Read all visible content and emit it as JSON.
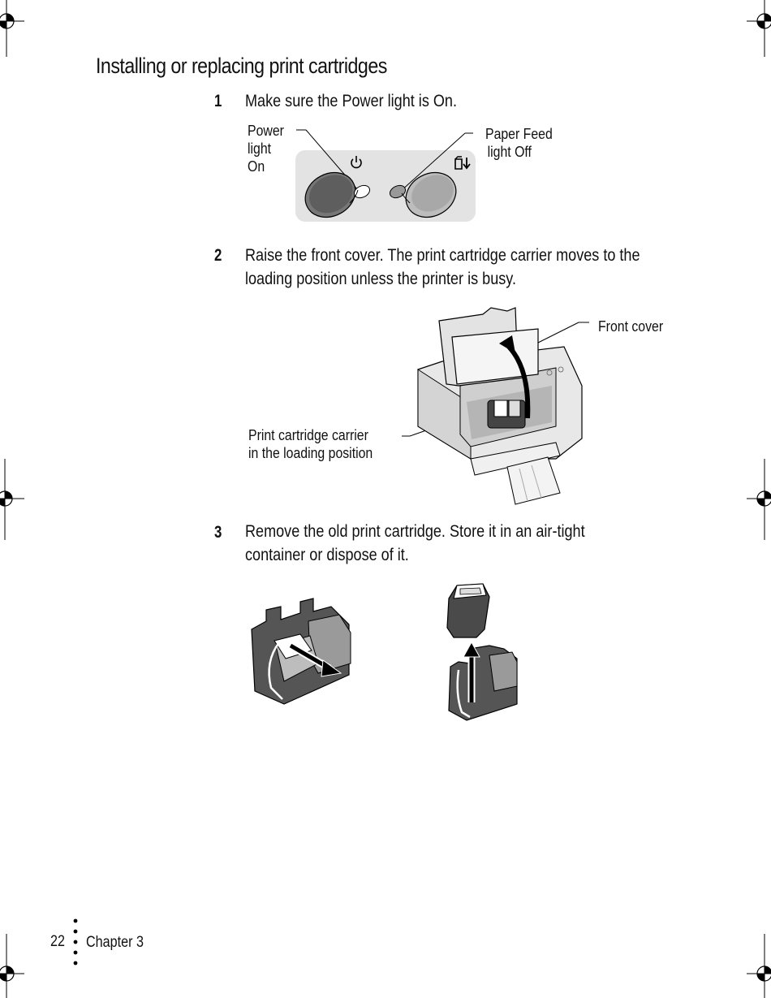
{
  "page": {
    "title": "Installing or replacing print cartridges",
    "steps": [
      {
        "num": "1",
        "lines": [
          "Make sure the Power light is On."
        ]
      },
      {
        "num": "2",
        "lines": [
          "Raise the front cover. The print cartridge carrier moves to the",
          "loading position unless the printer is busy."
        ]
      },
      {
        "num": "3",
        "lines": [
          "Remove the old print cartridge. Store it in an air-tight",
          "container or dispose of it."
        ]
      }
    ],
    "callouts": {
      "power_light": [
        "Power",
        "light",
        "On"
      ],
      "paper_feed": [
        "Paper Feed",
        "light Off"
      ],
      "front_cover": "Front cover",
      "carrier": [
        "Print cartridge carrier",
        "in the loading position"
      ]
    },
    "footer": {
      "page_number": "22",
      "chapter": "Chapter 3"
    }
  },
  "icons": [
    "registration-mark",
    "power-symbol-icon",
    "paper-feed-icon",
    "up-arrow-icon"
  ]
}
